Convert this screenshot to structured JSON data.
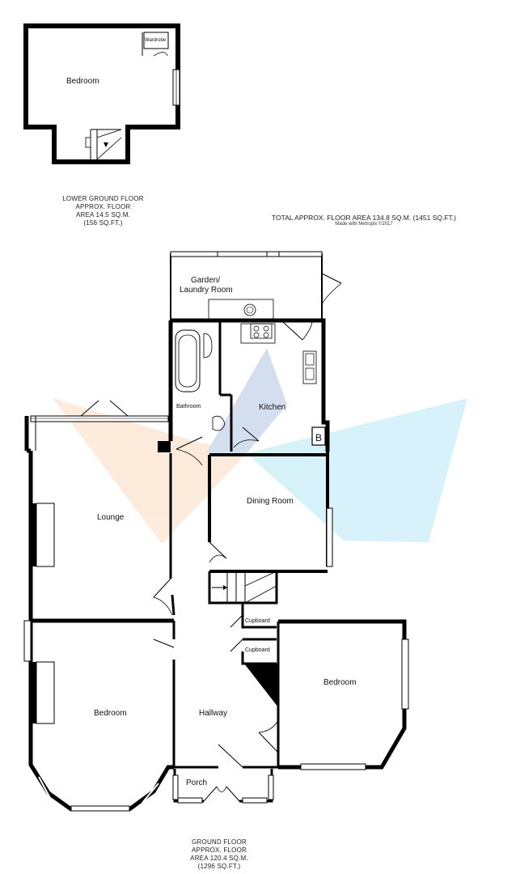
{
  "lower_floor": {
    "rooms": {
      "bedroom": "Bedroom",
      "wardrobe": "Wardrobe"
    },
    "area_lines": [
      "LOWER GROUND FLOOR",
      "APPROX. FLOOR",
      "AREA 14.5 SQ.M.",
      "(156 SQ.FT.)"
    ]
  },
  "total": {
    "text": "TOTAL APPROX. FLOOR AREA 134.8 SQ.M. (1451 SQ.FT.)",
    "credit": "Made with Metropix ©2017"
  },
  "ground_floor": {
    "rooms": {
      "garden": "Garden/",
      "laundry": "Laundry Room",
      "kitchen": "Kitchen",
      "bathroom": "Bathroom",
      "lounge": "Lounge",
      "dining": "Dining Room",
      "cupboard_1": "Cupboard",
      "cupboard_2": "Cupboard",
      "bedroom_left": "Bedroom",
      "bedroom_right": "Bedroom",
      "hallway": "Hallway",
      "porch": "Porch",
      "boiler": "B"
    },
    "area_lines": [
      "GROUND FLOOR",
      "APPROX. FLOOR",
      "AREA 120.4 SQ.M.",
      "(1296 SQ.FT.)"
    ]
  }
}
